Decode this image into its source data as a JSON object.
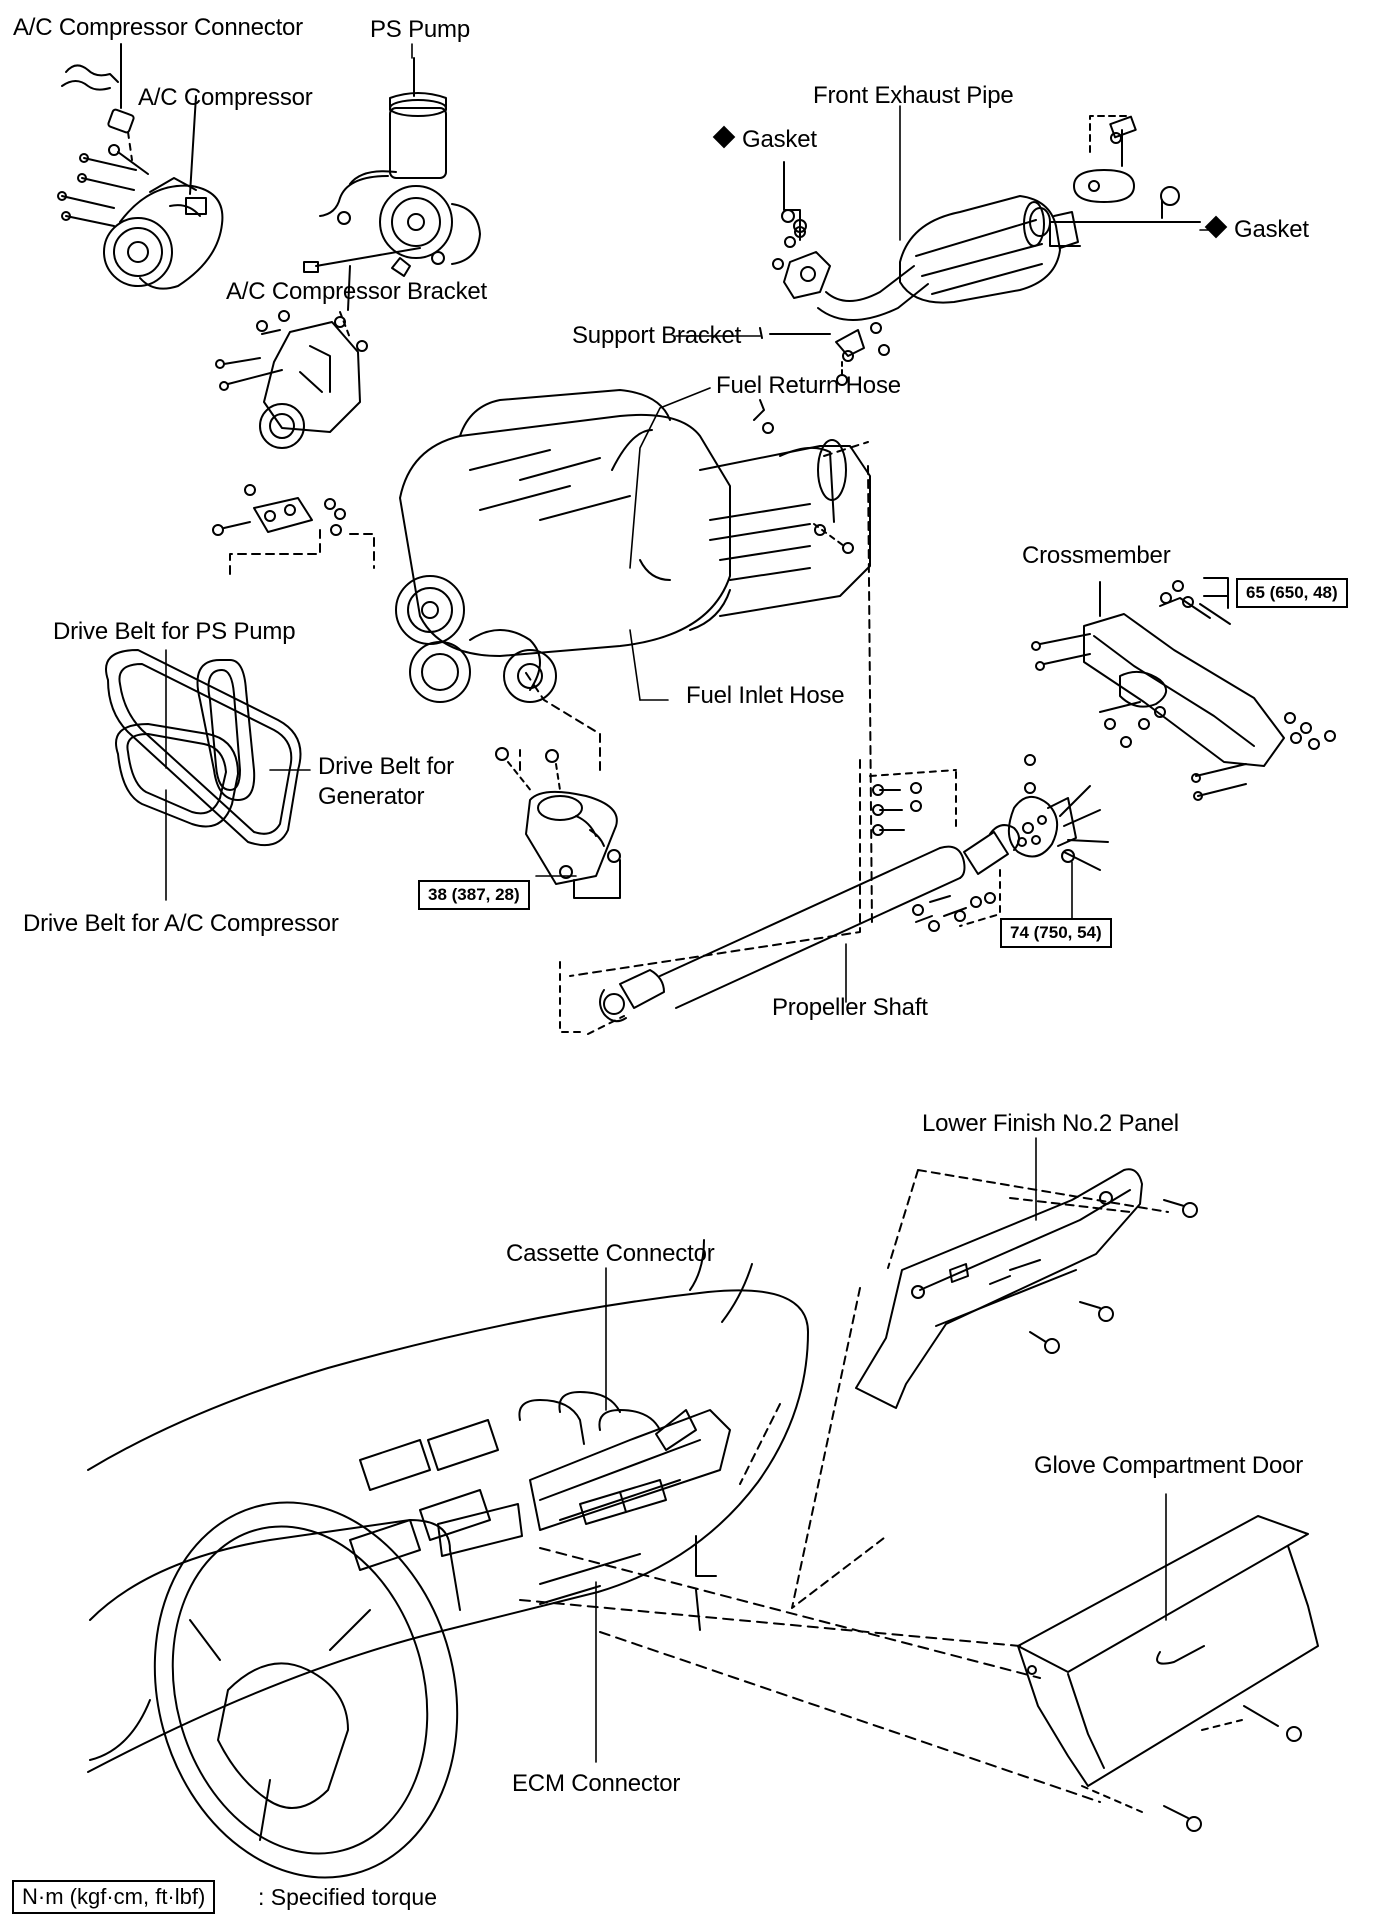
{
  "upper_diagram": {
    "labels": {
      "ac_compressor_connector": "A/C Compressor Connector",
      "ps_pump": "PS Pump",
      "ac_compressor": "A/C Compressor",
      "front_exhaust_pipe": "Front Exhaust Pipe",
      "gasket_left": "Gasket",
      "gasket_right": "Gasket",
      "ac_compressor_bracket": "A/C Compressor Bracket",
      "support_bracket": "Support Bracket",
      "fuel_return_hose": "Fuel Return Hose",
      "crossmember": "Crossmember",
      "drive_belt_ps_pump": "Drive Belt for PS Pump",
      "fuel_inlet_hose": "Fuel Inlet Hose",
      "drive_belt_generator": "Drive Belt for Generator",
      "drive_belt_ac_compressor": "Drive Belt for A/C Compressor",
      "propeller_shaft": "Propeller Shaft"
    },
    "torque_specs": {
      "crossmember": "65 (650, 48)",
      "exhaust_bracket": "38 (387, 28)",
      "propeller_shaft": "74 (750, 54)"
    }
  },
  "lower_diagram": {
    "labels": {
      "lower_finish_panel": "Lower Finish No.2 Panel",
      "cassette_connector": "Cassette Connector",
      "glove_compartment_door": "Glove Compartment Door",
      "ecm_connector": "ECM Connector"
    }
  },
  "legend": {
    "unit_box": "N·m (kgf·cm, ft·lbf)",
    "description": ": Specified torque"
  }
}
